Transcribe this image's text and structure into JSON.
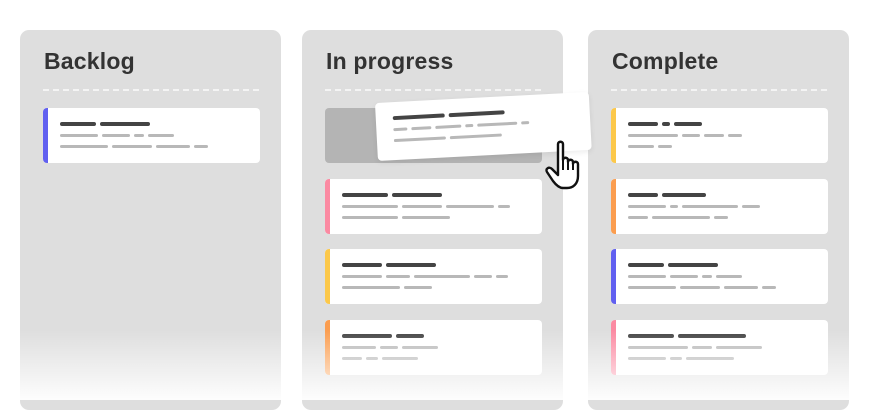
{
  "columns": [
    {
      "title": "Backlog",
      "cards": [
        {
          "accent": "#6160f0"
        }
      ]
    },
    {
      "title": "In progress",
      "cards": [
        {
          "accent": "#fb8aa2"
        },
        {
          "accent": "#fcc84a"
        },
        {
          "accent": "#fb9d4f"
        }
      ]
    },
    {
      "title": "Complete",
      "cards": [
        {
          "accent": "#fcc84a"
        },
        {
          "accent": "#fb9d4f"
        },
        {
          "accent": "#6160f0"
        },
        {
          "accent": "#fb8aa2"
        }
      ]
    }
  ],
  "dragged_card": {
    "accent": "#6160f0"
  },
  "cursor_icon": "hand-pointer-icon"
}
